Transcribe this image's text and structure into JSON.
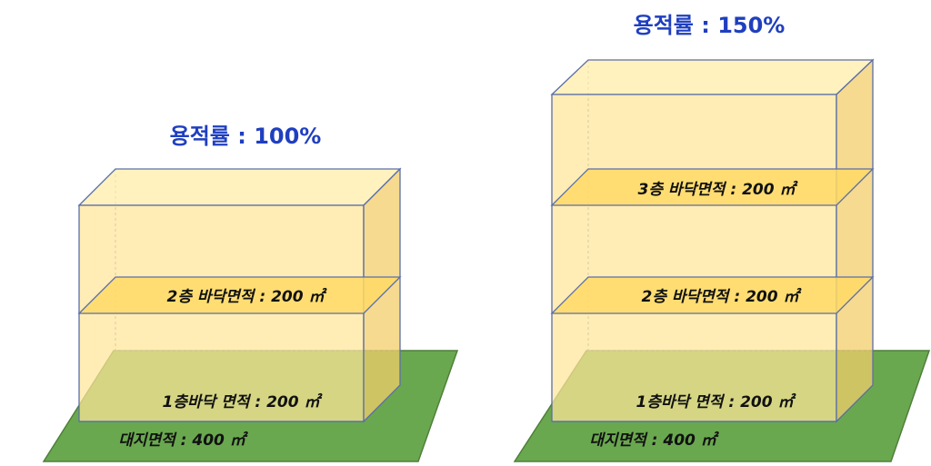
{
  "left": {
    "ratio": "용적률 : 100%",
    "floor2": "2층 바닥면적 : 200 ㎡",
    "floor1": "1층바닥 면적 : 200 ㎡",
    "site": "대지면적 : 400 ㎡"
  },
  "right": {
    "ratio": "용적률 : 150%",
    "floor3": "3층 바닥면적 : 200 ㎡",
    "floor2": "2층 바닥면적 : 200 ㎡",
    "floor1": "1층바닥 면적 : 200 ㎡",
    "site": "대지면적 : 400 ㎡"
  },
  "colors": {
    "ground": "#6aa84f",
    "ground_edge": "#4f7f3a",
    "building_front": "#ffe699",
    "building_side": "#f6d77a",
    "building_top": "#fff0b3",
    "slab": "#ffd966",
    "edge": "#5b6ea8",
    "ratio_text": "#1f3fbf"
  }
}
